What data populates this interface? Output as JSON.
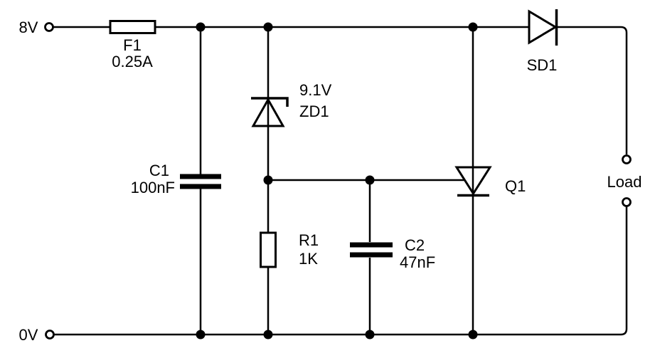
{
  "colors": {
    "background": "#ffffff",
    "line": "#000000"
  },
  "terminals": {
    "supply_positive": "8V",
    "supply_negative": "0V",
    "load": "Load"
  },
  "components": {
    "f1": {
      "ref": "F1",
      "value": "0.25A"
    },
    "c1": {
      "ref": "C1",
      "value": "100nF"
    },
    "zd1": {
      "ref": "ZD1",
      "value": "9.1V"
    },
    "r1": {
      "ref": "R1",
      "value": "1K"
    },
    "c2": {
      "ref": "C2",
      "value": "47nF"
    },
    "q1": {
      "ref": "Q1"
    },
    "sd1": {
      "ref": "SD1"
    }
  }
}
